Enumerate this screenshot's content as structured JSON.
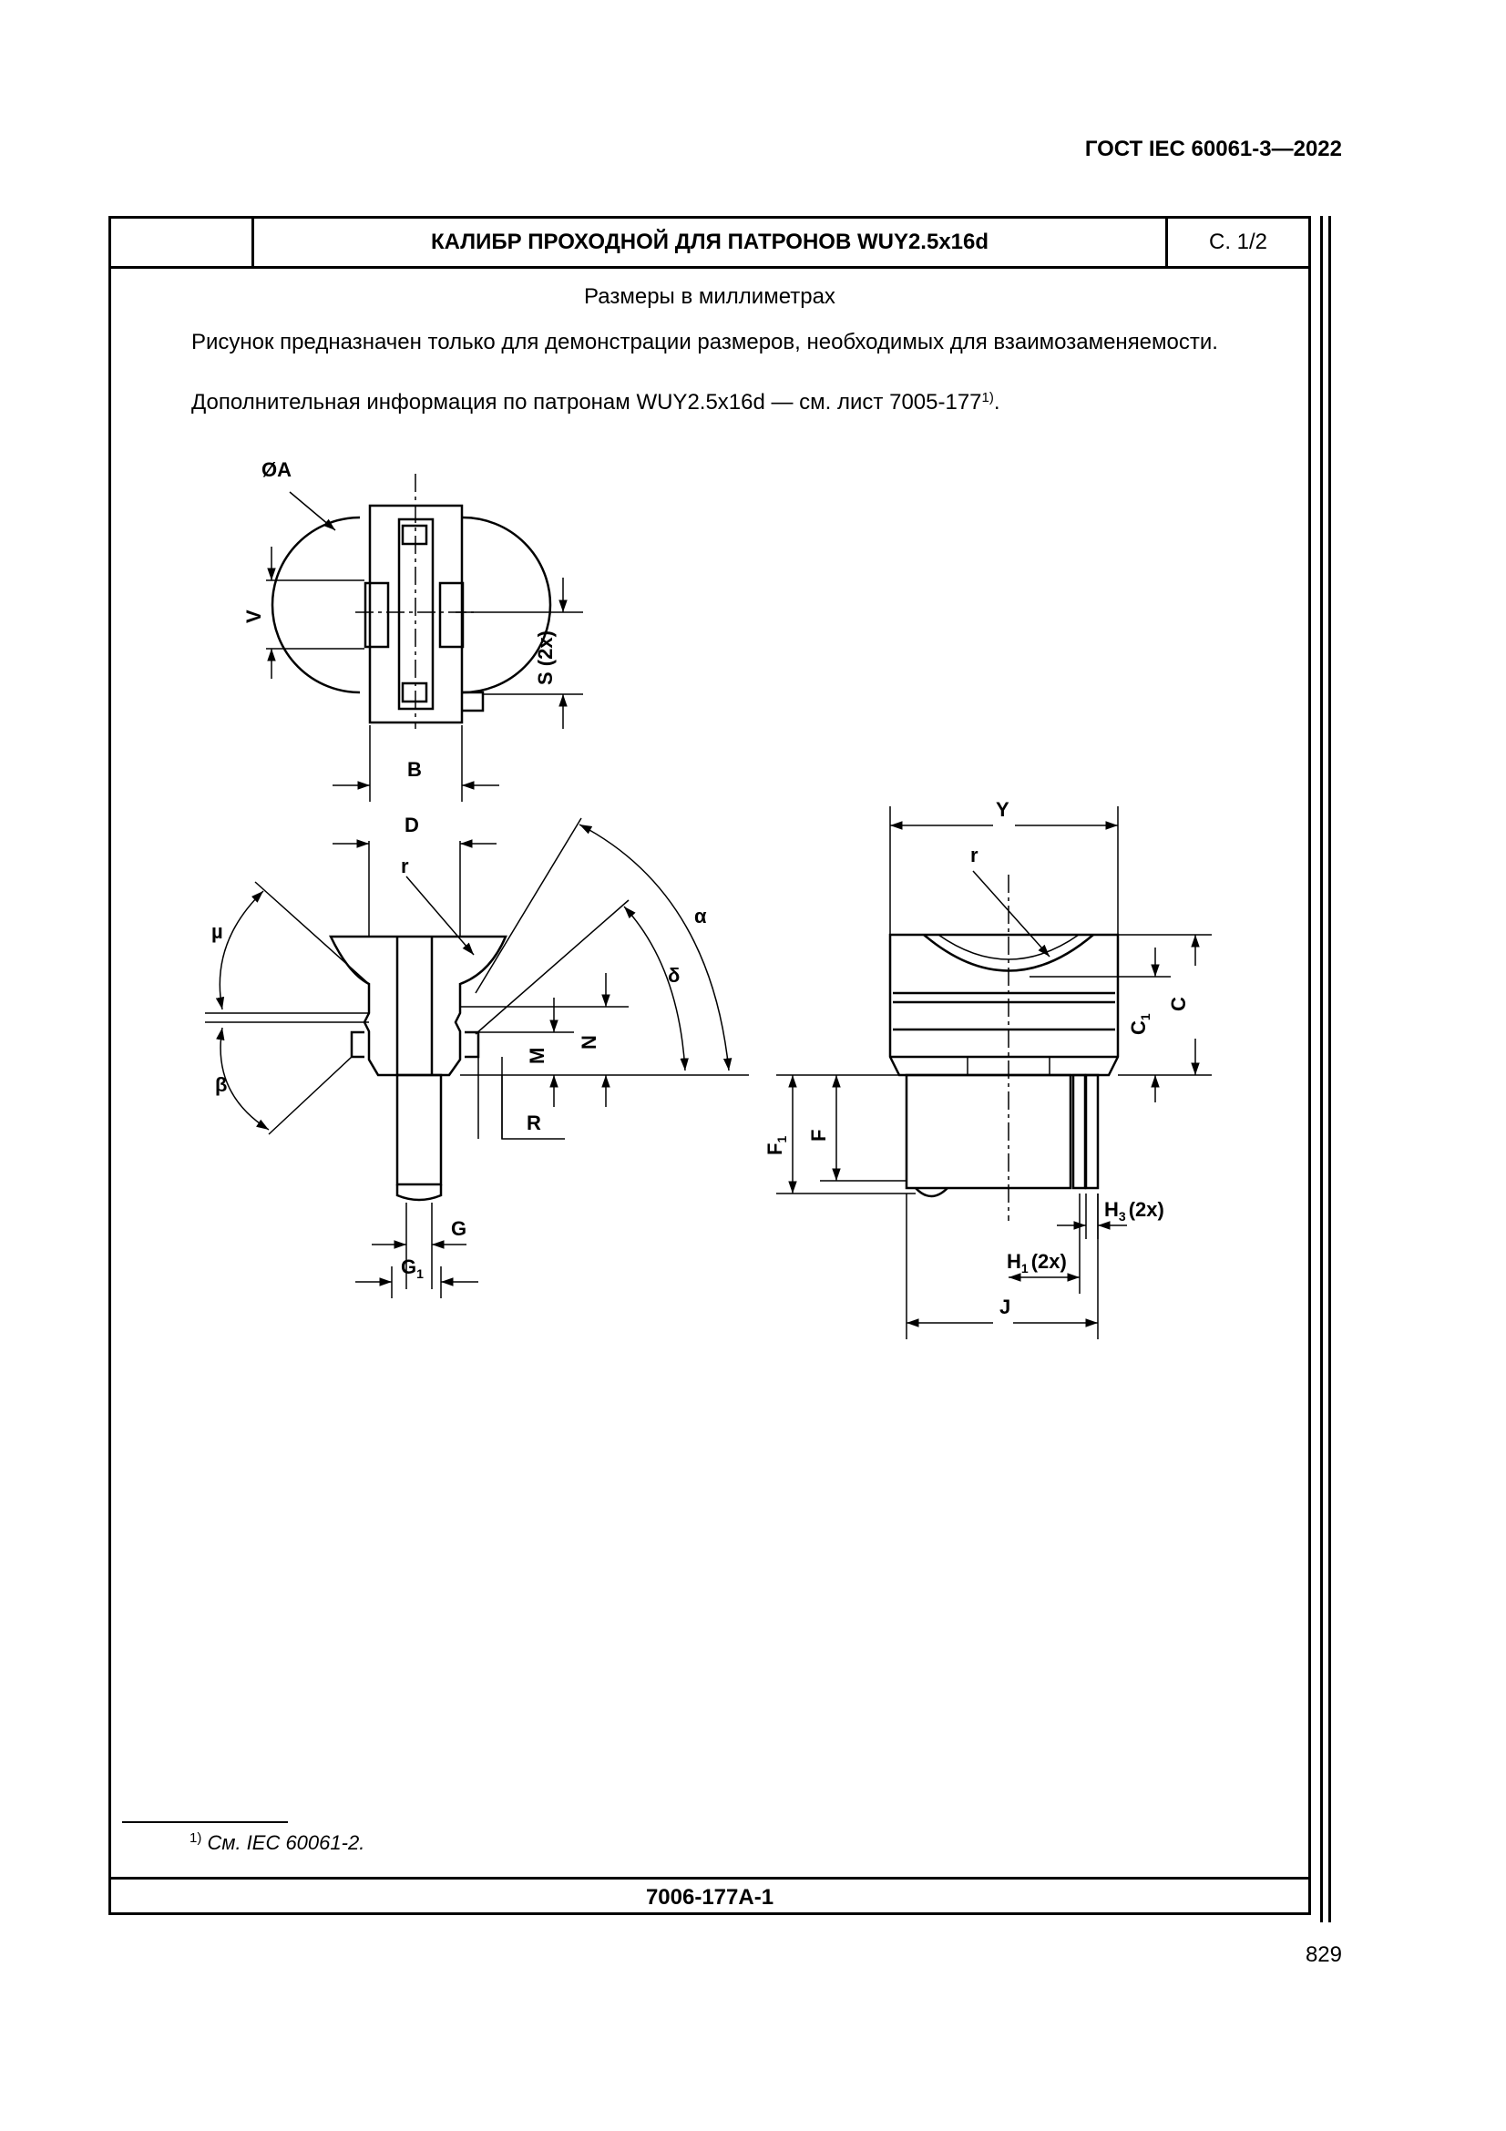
{
  "document": {
    "standard": "ГОСТ IEC 60061-3—2022",
    "title": "КАЛИБР ПРОХОДНОЙ ДЛЯ ПАТРОНОВ WUY2.5x16d",
    "sheet": "С. 1/2",
    "units_note": "Размеры в миллиметрах",
    "paragraph_1": "Рисунок предназначен только для демонстрации размеров, необходимых для взаимозаменяемости.",
    "paragraph_2": "Дополнительная информация по патронам WUY2.5x16d — см. лист 7005-177",
    "paragraph_2_ref": "1)",
    "paragraph_2_end": ".",
    "footnote_mark": "1)",
    "footnote_text": "См. IEC 60061-2.",
    "sheet_id": "7006-177A-1",
    "page_number": "829"
  },
  "drawing": {
    "labels": {
      "A": "ØA",
      "V": "V",
      "S": "S (2x)",
      "B": "B",
      "D": "D",
      "r": "r",
      "mu": "µ",
      "beta": "β",
      "alpha": "α",
      "delta": "δ",
      "M": "M",
      "N": "N",
      "R": "R",
      "G": "G",
      "G1": "G",
      "Y": "Y",
      "C": "C",
      "C1": "C",
      "F": "F",
      "F1": "F",
      "H3": "H",
      "H1": "H",
      "x2": "(2x)",
      "J": "J",
      "sub1": "1",
      "sub3": "3"
    }
  }
}
